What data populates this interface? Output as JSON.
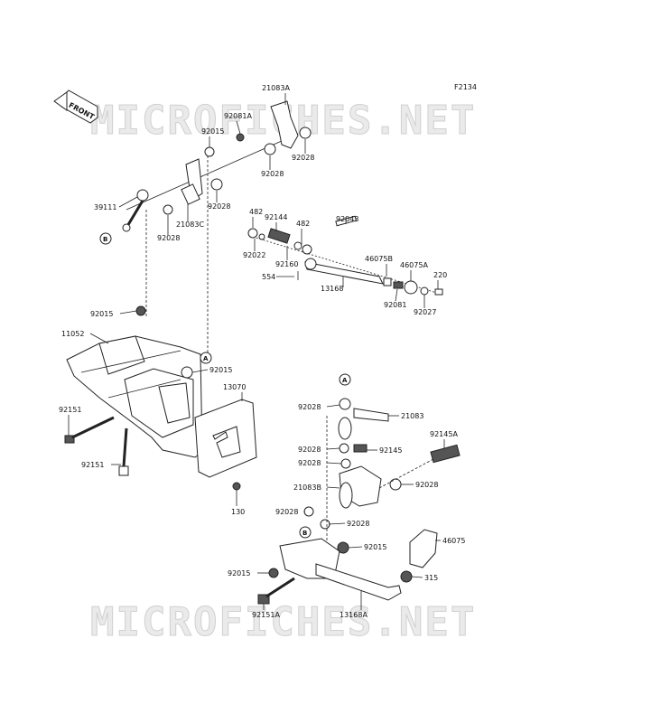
{
  "figure_code": "F2134",
  "watermark": "MICROFICHES.NET",
  "front_label": "FRONT",
  "ref_letters": {
    "a": "A",
    "b": "B"
  },
  "labels": {
    "l_21083A": "21083A",
    "l_92081A": "92081A",
    "l_92015_top": "92015",
    "l_92028_a": "92028",
    "l_92028_b": "92028",
    "l_39111": "39111",
    "l_21083C": "21083C",
    "l_92028_c": "92028",
    "l_92028_d": "92028",
    "l_482_a": "482",
    "l_92144": "92144",
    "l_482_b": "482",
    "l_92043": "92043",
    "l_92022": "92022",
    "l_92160": "92160",
    "l_46075B": "46075B",
    "l_46075A": "46075A",
    "l_554": "554",
    "l_13168": "13168",
    "l_220": "220",
    "l_92081": "92081",
    "l_92027": "92027",
    "l_92015_mid": "92015",
    "l_11052": "11052",
    "l_92015_r": "92015",
    "l_13070": "13070",
    "l_92151": "92151",
    "l_92151_b": "92151",
    "l_130": "130",
    "l_92028_e": "92028",
    "l_21083": "21083",
    "l_92145A": "92145A",
    "l_92028_f": "92028",
    "l_92145": "92145",
    "l_92028_g": "92028",
    "l_21083B": "21083B",
    "l_92028_h": "92028",
    "l_92028_i": "92028",
    "l_92028_j": "92028",
    "l_92015_low": "92015",
    "l_46075": "46075",
    "l_92015_left": "92015",
    "l_315": "315",
    "l_92151A": "92151A",
    "l_13168A": "13168A"
  }
}
